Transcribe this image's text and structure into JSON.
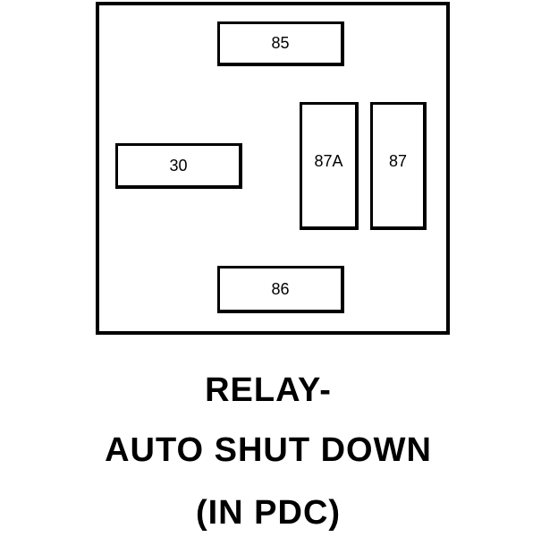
{
  "relay": {
    "terminals": {
      "t85": "85",
      "t30": "30",
      "t87a": "87A",
      "t87": "87",
      "t86": "86"
    }
  },
  "caption": {
    "line1": "RELAY-",
    "line2": "AUTO SHUT DOWN",
    "line3": "(IN PDC)"
  }
}
